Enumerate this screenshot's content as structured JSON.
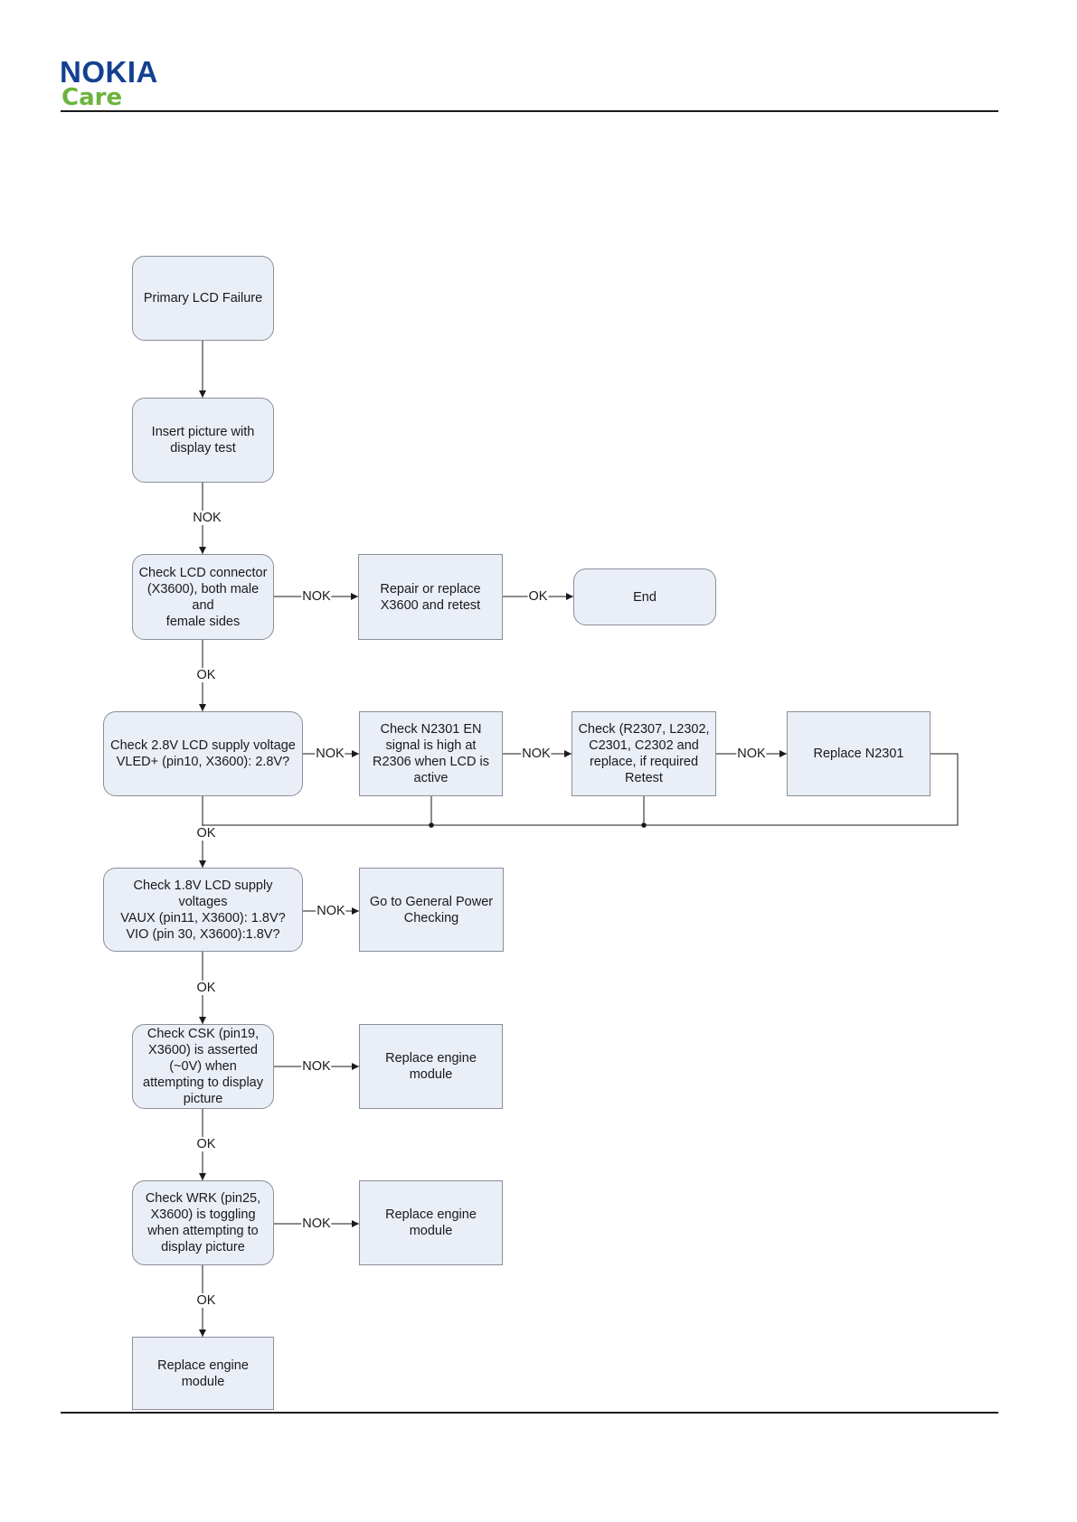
{
  "logo": {
    "brand": "NOKIA",
    "sub": "Care"
  },
  "nodes": {
    "primary_lcd_failure": "Primary LCD Failure",
    "insert_picture": "Insert picture with\ndisplay test",
    "check_lcd_connector": "Check LCD connector\n(X3600), both male and\nfemale sides",
    "repair_replace_x3600": "Repair or replace\nX3600 and retest",
    "end": "End",
    "check_28v": "Check 2.8V LCD supply voltage\nVLED+ (pin10, X3600): 2.8V?",
    "check_n2301_en": "Check N2301 EN\nsignal is high at\nR2306 when LCD is\nactive",
    "check_r2307": "Check (R2307, L2302,\nC2301, C2302 and\nreplace, if required\nRetest",
    "replace_n2301": "Replace N2301",
    "check_18v": "Check 1.8V LCD supply\nvoltages\nVAUX (pin11, X3600): 1.8V?\nVIO (pin 30, X3600):1.8V?",
    "general_power": "Go to General Power\nChecking",
    "check_csk": "Check CSK (pin19,\nX3600) is asserted\n(~0V) when\nattempting to display\npicture",
    "replace_engine_1": "Replace engine\nmodule",
    "check_wrk": "Check WRK (pin25,\nX3600) is toggling\nwhen attempting to\ndisplay picture",
    "replace_engine_2": "Replace engine\nmodule",
    "replace_engine_3": "Replace engine\nmodule"
  },
  "edge_labels": {
    "nok_1": "NOK",
    "nok_2": "NOK",
    "ok_1": "OK",
    "ok_2": "OK",
    "nok_3": "NOK",
    "nok_4": "NOK",
    "nok_5": "NOK",
    "ok_3": "OK",
    "nok_6": "NOK",
    "ok_4": "OK",
    "nok_7": "NOK",
    "ok_5": "OK",
    "nok_8": "NOK",
    "ok_6": "OK"
  },
  "colors": {
    "node_fill": "#eaeef7",
    "node_border": "#8a8f9a",
    "brand_blue": "#124191",
    "brand_green": "#6cb33e"
  }
}
